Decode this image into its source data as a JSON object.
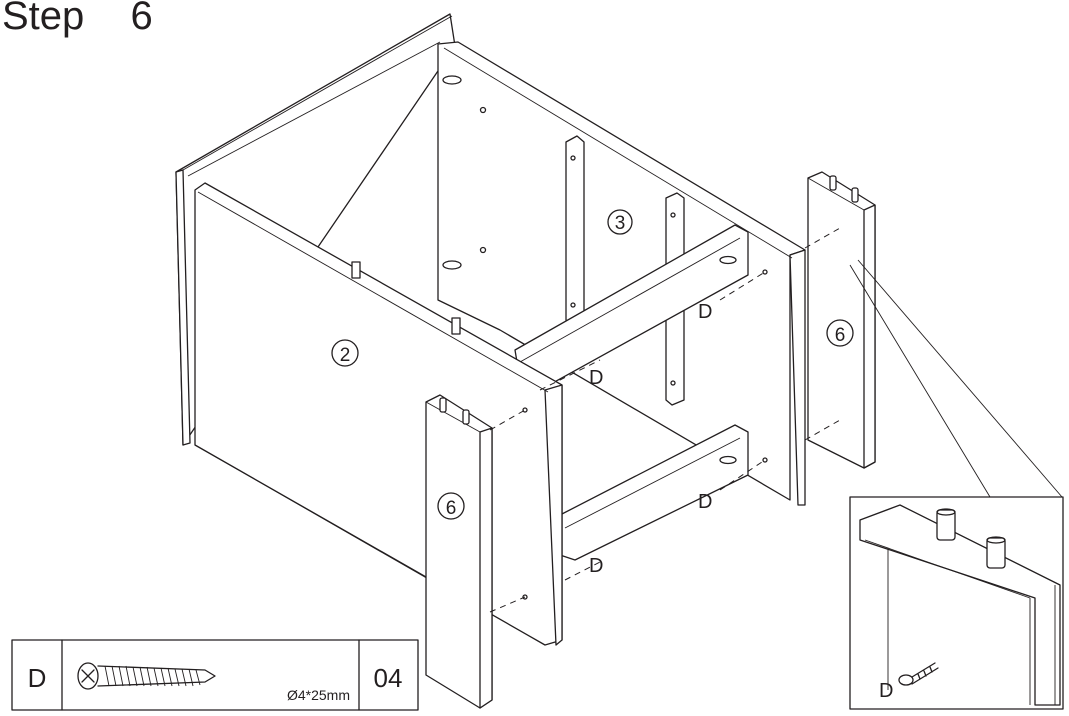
{
  "title": "Step  6",
  "part_labels": {
    "panel_2": "2",
    "panel_3": "3",
    "leg_left": "6",
    "leg_right": "6"
  },
  "screw_labels": {
    "d1": "D",
    "d2": "D",
    "d3": "D",
    "d4": "D",
    "detail": "D"
  },
  "parts_box": {
    "letter": "D",
    "size": "Ø4*25mm",
    "quantity": "04"
  },
  "colors": {
    "line": "#231f20",
    "background": "#ffffff"
  }
}
